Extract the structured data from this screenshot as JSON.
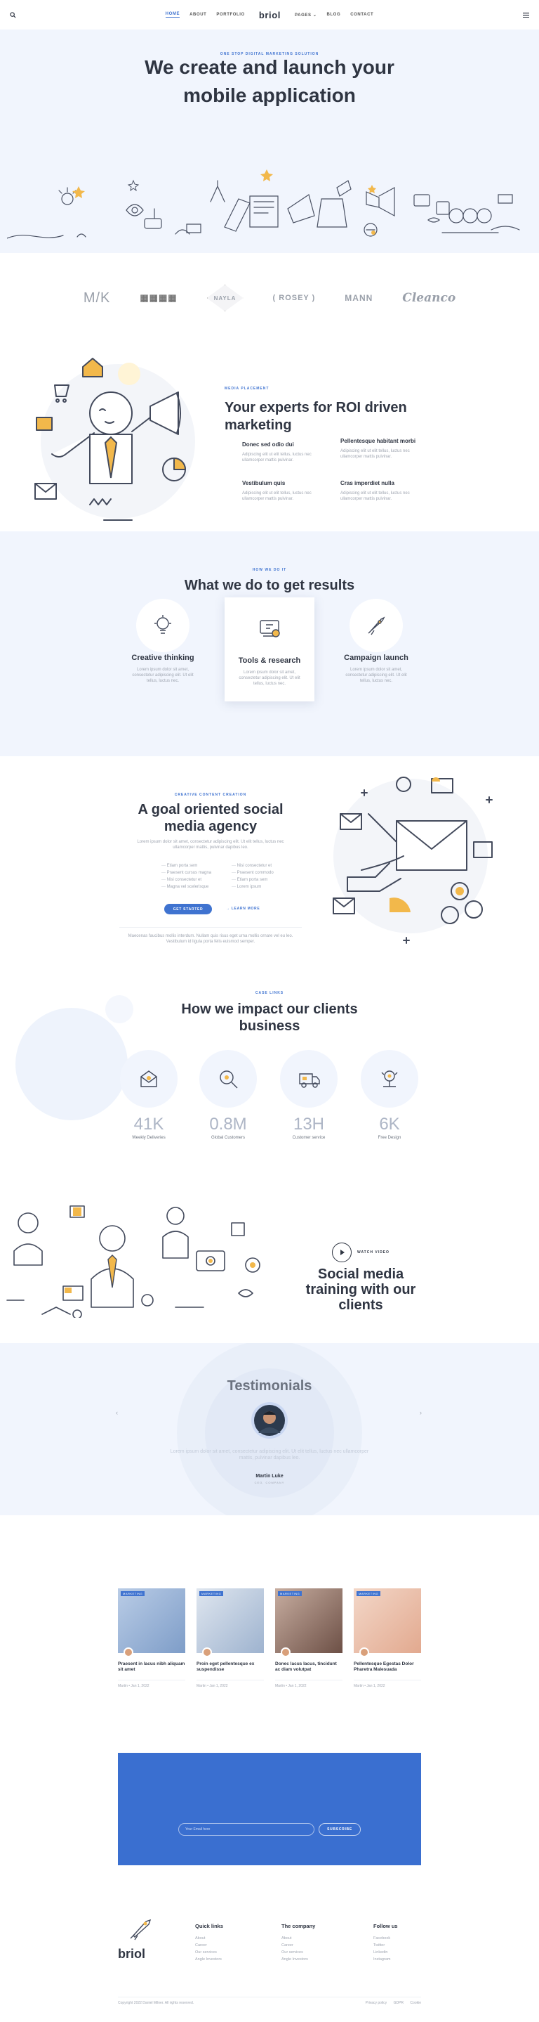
{
  "header": {
    "nav_left": [
      "HOME",
      "ABOUT",
      "PORTFOLIO"
    ],
    "logo": "briol",
    "nav_right": [
      "PAGES",
      "BLOG",
      "CONTACT"
    ]
  },
  "hero": {
    "kicker": "ONE STOP DIGITAL MARKETING SOLUTION",
    "title_line1": "We create and launch your",
    "title_line2": "mobile application"
  },
  "clients": [
    "M/K",
    "▦▦▦▦",
    "NAYLA",
    "ROSEY",
    "MANN",
    "Cleanco"
  ],
  "experts": {
    "kicker": "MEDIA PLACEMENT",
    "title": "Your experts for ROI driven marketing",
    "features": [
      {
        "title": "Donec sed odio dui",
        "text": "Adipiscing elit ut elit tellus, luctus nec ullamcorper mattis pulvinar."
      },
      {
        "title": "Pellentesque habitant morbi",
        "text": "Adipiscing elit ut elit tellus, luctus nec ullamcorper mattis pulvinar."
      },
      {
        "title": "Vestibulum quis",
        "text": "Adipiscing elit ut elit tellus, luctus nec ullamcorper mattis pulvinar."
      },
      {
        "title": "Cras imperdiet nulla",
        "text": "Adipiscing elit ut elit tellus, luctus nec ullamcorper mattis pulvinar."
      }
    ]
  },
  "services": {
    "kicker": "HOW WE DO IT",
    "title": "What we do to get results",
    "items": [
      {
        "title": "Creative thinking",
        "text": "Lorem ipsum dolor sit amet, consectetur adipiscing elit. Ut elit tellus, luctus nec."
      },
      {
        "title": "Tools & research",
        "text": "Lorem ipsum dolor sit amet, consectetur adipiscing elit. Ut elit tellus, luctus nec."
      },
      {
        "title": "Campaign launch",
        "text": "Lorem ipsum dolor sit amet, consectetur adipiscing elit. Ut elit tellus, luctus nec."
      }
    ]
  },
  "agency": {
    "kicker": "CREATIVE CONTENT CREATION",
    "title": "A goal oriented social media agency",
    "lead": "Lorem ipsum dolor sit amet, consectetur adipiscing elit. Ut elit tellus, luctus nec ullamcorper mattis, pulvinar dapibus leo.",
    "list_left": [
      "Etiam porta sem",
      "Praesent cursus magna",
      "Nisi consectetur et",
      "Magna vel scelerisque"
    ],
    "list_right": [
      "Nisi consectetur et",
      "Praesent commodo",
      "Etiam porta sem",
      "Lorem ipsum"
    ],
    "btn_start": "GET STARTED",
    "btn_learn": "LEARN MORE",
    "footnote": "Maecenas faucibus mollis interdum. Nullam quis risus eget urna mollis ornare vel eu leo. Vestibulum id ligula porta felis euismod semper."
  },
  "impact": {
    "kicker": "CASE LINKS",
    "title": "How we impact our clients business",
    "stats": [
      {
        "value": "41K",
        "label": "Weekly Deliveries"
      },
      {
        "value": "0.8M",
        "label": "Global Customers"
      },
      {
        "value": "13H",
        "label": "Customer service"
      },
      {
        "value": "6K",
        "label": "Free Design"
      }
    ]
  },
  "video": {
    "play_label": "WATCH VIDEO",
    "title": "Social media training with our clients"
  },
  "testimonials": {
    "title": "Testimonials",
    "quote": "Lorem ipsum dolor sit amet, consectetur adipiscing elit. Ut elit tellus, luctus nec ullamcorper mattis, pulvinar dapibus leo.",
    "name": "Martin Luke",
    "role": "CEO, COMPANY",
    "prev": "‹",
    "next": "›"
  },
  "blog": {
    "posts": [
      {
        "tag": "MARKETING",
        "title": "Praesent in lacus nibh aliquam sit amet",
        "meta": "Martin  •  Jan 1, 2022",
        "color": "#8fb0d9"
      },
      {
        "tag": "MARKETING",
        "title": "Proin eget pellentesque ex suspendisse",
        "meta": "Martin  •  Jan 1, 2022",
        "color": "#b5c5d9"
      },
      {
        "tag": "MARKETING",
        "title": "Donec lacus lacus, tincidunt ac diam volutpat",
        "meta": "Martin  •  Jan 1, 2022",
        "color": "#a07f6f"
      },
      {
        "tag": "MARKETING",
        "title": "Pellentesque Egestas Dolor Pharetra Malesuada",
        "meta": "Martin  •  Jan 1, 2022",
        "color": "#e6b8a6"
      }
    ]
  },
  "newsletter": {
    "placeholder": "Your Email here",
    "button": "SUBSCRIBE",
    "color": "#3a6fd0"
  },
  "footer": {
    "brand": "briol",
    "columns": [
      {
        "title": "Quick links",
        "links": [
          "About",
          "Career",
          "Our services",
          "Angle Investors"
        ]
      },
      {
        "title": "The company",
        "links": [
          "About",
          "Career",
          "Our services",
          "Angle Investors"
        ]
      },
      {
        "title": "Follow us",
        "links": [
          "Facebook",
          "Twitter",
          "Linkedin",
          "Instagram"
        ]
      }
    ],
    "copyright": "Copyright 2022 Daniel Milner. All rights reserved.",
    "bottom_links": [
      "Privacy policy",
      "GDPR",
      "Cookie"
    ]
  },
  "colors": {
    "accent": "#3f73d0",
    "soft_bg": "#f1f5fd"
  }
}
